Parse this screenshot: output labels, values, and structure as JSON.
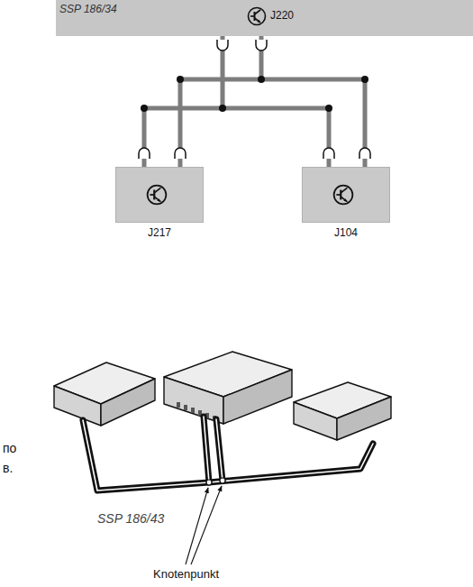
{
  "diagram": {
    "nodes": [
      {
        "text": [
          "J220"
        ]
      },
      {
        "text": [
          "J217"
        ]
      },
      {
        "text": [
          "J104"
        ]
      }
    ],
    "edges": [
      {
        "from": 0,
        "to": 1,
        "arrow": "none"
      },
      {
        "from": 0,
        "to": 2,
        "arrow": "none"
      }
    ],
    "labels": [
      "SSP 186/34",
      "SSP 186/43",
      "Knotenpunkt",
      "по",
      "в."
    ]
  }
}
